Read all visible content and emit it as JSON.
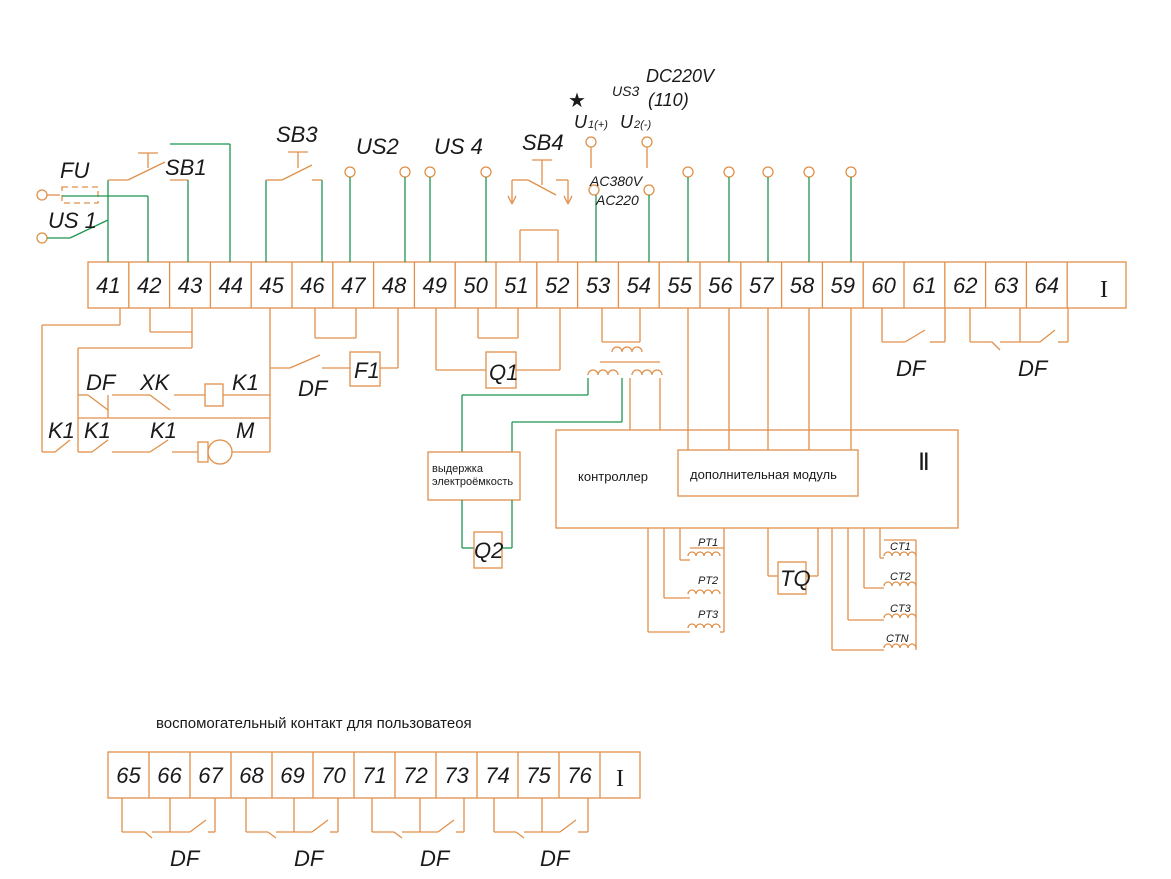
{
  "terminal_block_main": {
    "terminals": [
      "41",
      "42",
      "43",
      "44",
      "45",
      "46",
      "47",
      "48",
      "49",
      "50",
      "51",
      "52",
      "53",
      "54",
      "55",
      "56",
      "57",
      "58",
      "59",
      "60",
      "61",
      "62",
      "63",
      "64"
    ],
    "end_marker": "I"
  },
  "terminal_block_aux": {
    "caption": "воспомогательный контакт для пользоватеоя",
    "terminals": [
      "65",
      "66",
      "67",
      "68",
      "69",
      "70",
      "71",
      "72",
      "73",
      "74",
      "75",
      "76"
    ],
    "end_marker": "I",
    "df_labels": [
      "DF",
      "DF",
      "DF",
      "DF"
    ]
  },
  "labels": {
    "fu": "FU",
    "us1": "US 1",
    "sb1": "SB1",
    "sb3": "SB3",
    "us2": "US2",
    "us4": "US 4",
    "sb4": "SB4",
    "star": "★",
    "us3": "US3",
    "dc220v": "DC220V",
    "dc110": "(110)",
    "u1": "U",
    "u1_sub": "1(+)",
    "u2": "U",
    "u2_sub": "2(-)",
    "ac380v": "AC380V",
    "ac220": "AC220",
    "df_left": "DF",
    "xk": "XK",
    "k1_coil": "K1",
    "k1_a": "K1",
    "k1_b": "K1",
    "k1_c": "K1",
    "motor": "M",
    "df_46": "DF",
    "f1": "F1",
    "q1": "Q1",
    "q2": "Q2",
    "df_60": "DF",
    "df_63": "DF",
    "roman_ii": "Ⅱ",
    "delay_line1": "выдержка",
    "delay_line2": "электроёмкость",
    "controller": "контроллер",
    "extra_module": "дополнительная модуль",
    "pt1": "PT1",
    "pt2": "PT2",
    "pt3": "PT3",
    "tq": "TQ",
    "ct1": "CT1",
    "ct2": "CT2",
    "ct3": "CT3",
    "ctn": "CTN"
  },
  "colors": {
    "wire_orange": "#e0904a",
    "wire_green": "#1e9450",
    "text": "#1a1a1a",
    "background": "#ffffff"
  }
}
